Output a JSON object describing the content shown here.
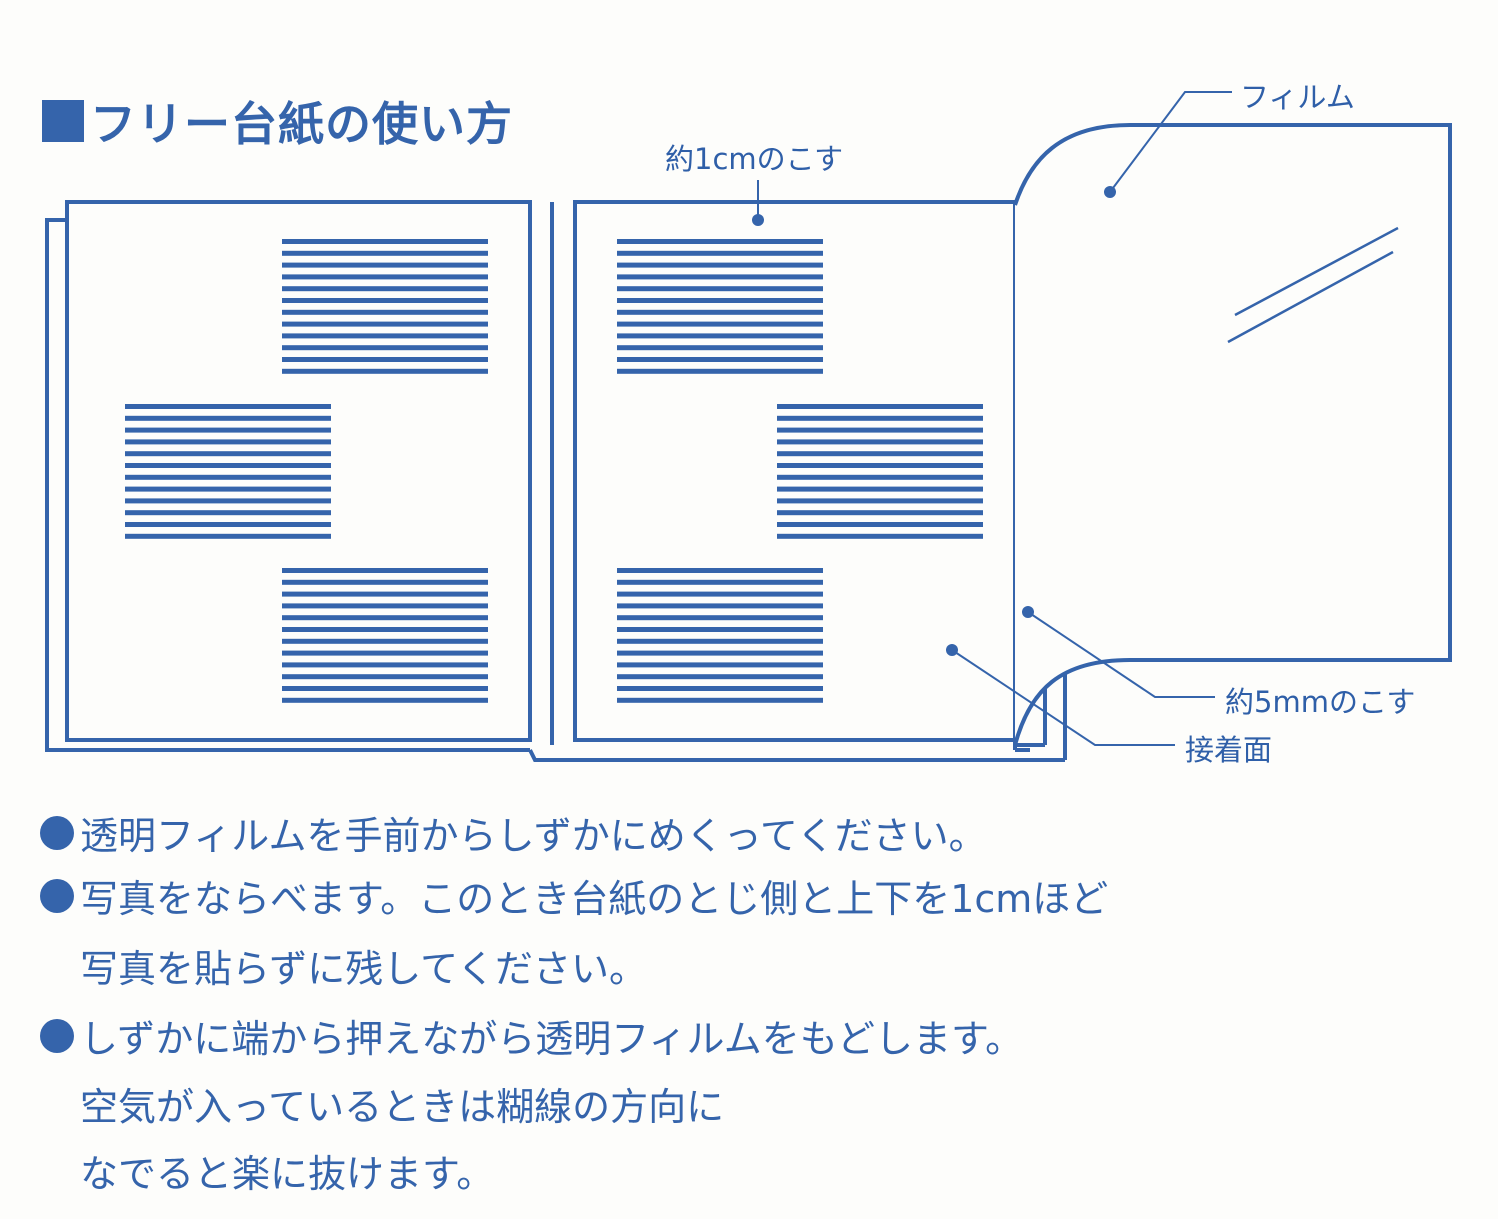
{
  "title": "フリー台紙の使い方",
  "diagram": {
    "labels": {
      "margin_1cm": "約1cmのこす",
      "film": "フィルム",
      "margin_5mm": "約5mmのこす",
      "adhesive": "接着面"
    },
    "photo_count_per_page": 3,
    "stripes_per_photo": 12
  },
  "instructions": [
    {
      "bullet": true,
      "text": "透明フィルムを手前からしずかにめくってください。"
    },
    {
      "bullet": true,
      "text": "写真をならべます。このとき台紙のとじ側と上下を1cmほど"
    },
    {
      "bullet": false,
      "text": "写真を貼らずに残してください。"
    },
    {
      "bullet": true,
      "text": "しずかに端から押えながら透明フィルムをもどします。"
    },
    {
      "bullet": false,
      "text": "空気が入っているときは糊線の方向に"
    },
    {
      "bullet": false,
      "text": "なでると楽に抜けます。"
    }
  ],
  "colors": {
    "ink": "#3564ab",
    "paper": "#fdfdfb"
  }
}
